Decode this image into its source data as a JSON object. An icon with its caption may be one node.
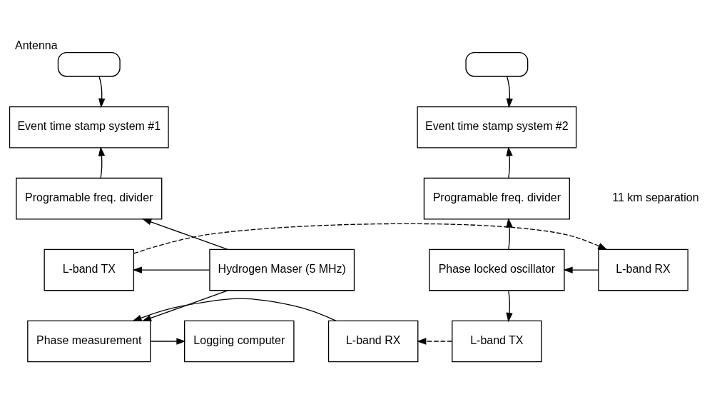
{
  "diagram": {
    "nodes": [
      {
        "text": [],
        "shape": "box",
        "beside": [
          "Antenna"
        ]
      },
      {
        "text": [
          "Event time stamp system #1"
        ]
      },
      {
        "text": [
          "Programable freq. divider"
        ]
      },
      {
        "text": [
          "Hydrogen Maser (5 MHz)"
        ]
      },
      {
        "text": [
          "L-band TX"
        ]
      },
      {
        "text": [
          "Logging computer"
        ]
      },
      {
        "text": [
          "Phase measurement"
        ]
      },
      {
        "text": [
          "L-band RX"
        ]
      },
      {
        "text": [],
        "shape": "box"
      },
      {
        "text": [
          "Event time stamp system #2"
        ]
      },
      {
        "text": [
          "Programable freq. divider"
        ]
      },
      {
        "text": [
          "L-band RX"
        ]
      },
      {
        "text": [
          "Phase locked oscillator"
        ]
      },
      {
        "text": [
          "L-band TX"
        ]
      }
    ],
    "edges": [
      {
        "from": 0,
        "to": 1,
        "arrow": "to"
      },
      {
        "from": 2,
        "to": 1,
        "arrow": "to"
      },
      {
        "from": 3,
        "to": 2,
        "arrow": "to"
      },
      {
        "from": 3,
        "to": 4,
        "arrow": "to"
      },
      {
        "from": 3,
        "to": 6,
        "arrow": "to"
      },
      {
        "from": 4,
        "to": 11,
        "arrow": "to",
        "style": "dashed"
      },
      {
        "from": 11,
        "to": 12,
        "arrow": "to"
      },
      {
        "from": 12,
        "to": 10,
        "arrow": "to"
      },
      {
        "from": 10,
        "to": 9,
        "arrow": "to"
      },
      {
        "from": 8,
        "to": 9,
        "arrow": "to"
      },
      {
        "from": 12,
        "to": 13,
        "arrow": "to"
      },
      {
        "from": 13,
        "to": 7,
        "arrow": "to",
        "style": "dashed"
      },
      {
        "from": 7,
        "to": 6,
        "arrow": "to"
      },
      {
        "from": 6,
        "to": 5,
        "arrow": "to"
      }
    ],
    "labels": [
      "11 km separation"
    ]
  }
}
